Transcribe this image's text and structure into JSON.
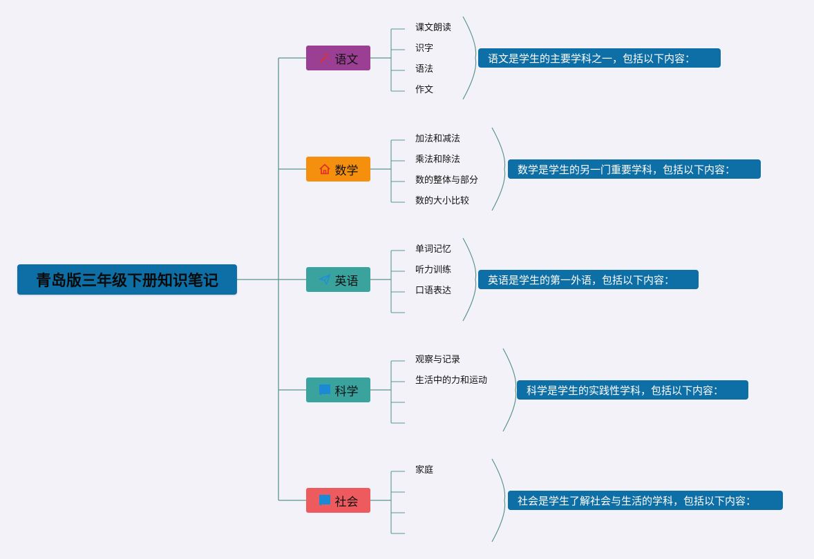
{
  "root": {
    "title": "青岛版三年级下册知识笔记"
  },
  "branches": [
    {
      "label": "语文",
      "color": "#9b3f95",
      "icon": "sparkle-icon",
      "icon_color": "#e0302a",
      "items": [
        "课文朗读",
        "识字",
        "语法",
        "作文"
      ],
      "description": "语文是学生的主要学科之一，包括以下内容："
    },
    {
      "label": "数学",
      "color": "#f5900f",
      "icon": "home-icon",
      "icon_color": "#e0302a",
      "items": [
        "加法和减法",
        "乘法和除法",
        "数的整体与部分",
        "数的大小比较"
      ],
      "description": "数学是学生的另一门重要学科，包括以下内容："
    },
    {
      "label": "英语",
      "color": "#3aa39e",
      "icon": "paper-plane-icon",
      "icon_color": "#1f8fd6",
      "items": [
        "单词记忆",
        "听力训练",
        "口语表达",
        ""
      ],
      "description": "英语是学生的第一外语，包括以下内容："
    },
    {
      "label": "科学",
      "color": "#3aa39e",
      "icon": "flag-icon",
      "icon_color": "#1a8ad4",
      "items": [
        "观察与记录",
        "生活中的力和运动",
        "",
        ""
      ],
      "description": "科学是学生的实践性学科，包括以下内容："
    },
    {
      "label": "社会",
      "color": "#ee5b5f",
      "icon": "flag-icon",
      "icon_color": "#1a8ad4",
      "items": [
        "家庭",
        "",
        "",
        ""
      ],
      "description": "社会是学生了解社会与生活的学科，包括以下内容："
    }
  ]
}
